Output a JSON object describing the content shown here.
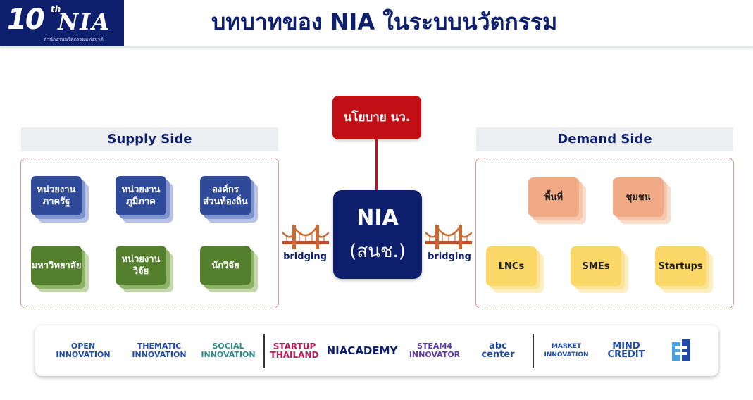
{
  "header": {
    "logo_mark": "10",
    "logo_th": "th",
    "logo_name": "NIA",
    "logo_sub": "สำนักงานนวัตกรรมแห่งชาติ",
    "title": "บทบาทของ NIA ในระบบนวัตกรรม"
  },
  "supply": {
    "title": "Supply Side",
    "items": [
      {
        "label": "หน่วยงาน\nภาครัฐ",
        "color": "#2e4a98"
      },
      {
        "label": "หน่วยงาน\nภูมิภาค",
        "color": "#2e4a98"
      },
      {
        "label": "องค์กร\nส่วนท้องถิ่น",
        "color": "#2e4a98"
      },
      {
        "label": "มหาวิทยาลัย",
        "color": "#54802d"
      },
      {
        "label": "หน่วยงาน\nวิจัย",
        "color": "#54802d"
      },
      {
        "label": "นักวิจัย",
        "color": "#54802d"
      }
    ]
  },
  "center": {
    "policy": "นโยบาย นว.",
    "nia_name": "NIA",
    "nia_sub": "(สนช.)",
    "bridge_left": "bridging",
    "bridge_right": "bridging"
  },
  "demand": {
    "title": "Demand Side",
    "items": [
      {
        "label": "พื้นที่",
        "color": "#f0aa85"
      },
      {
        "label": "ชุมชน",
        "color": "#f0aa85"
      },
      {
        "label": "LNCs",
        "color": "#fbd768"
      },
      {
        "label": "SMEs",
        "color": "#fbd768"
      },
      {
        "label": "Startups",
        "color": "#fbd768"
      }
    ]
  },
  "programs": [
    {
      "label": "OPEN\nINNOVATION",
      "icon": "open-innovation-logo"
    },
    {
      "label": "THEMATIC\nINNOVATION",
      "icon": "thematic-innovation-logo"
    },
    {
      "label": "SOCIAL\nINNOVATION",
      "icon": "social-innovation-logo"
    },
    {
      "label": "STARTUP\nTHAILAND",
      "icon": "startup-thailand-logo"
    },
    {
      "label": "NIACADEMY",
      "icon": "niacademy-logo"
    },
    {
      "label": "STEAM4\nINNOVATOR",
      "icon": "steam4-innovator-logo"
    },
    {
      "label": "abc\ncenter",
      "icon": "abc-center-logo"
    },
    {
      "label": "MARKET\nINNOVATION",
      "icon": "market-innovation-logo"
    },
    {
      "label": "MIND\nCREDIT",
      "icon": "mind-credit-logo"
    },
    {
      "label": "",
      "icon": "ip-building-logo"
    }
  ]
}
